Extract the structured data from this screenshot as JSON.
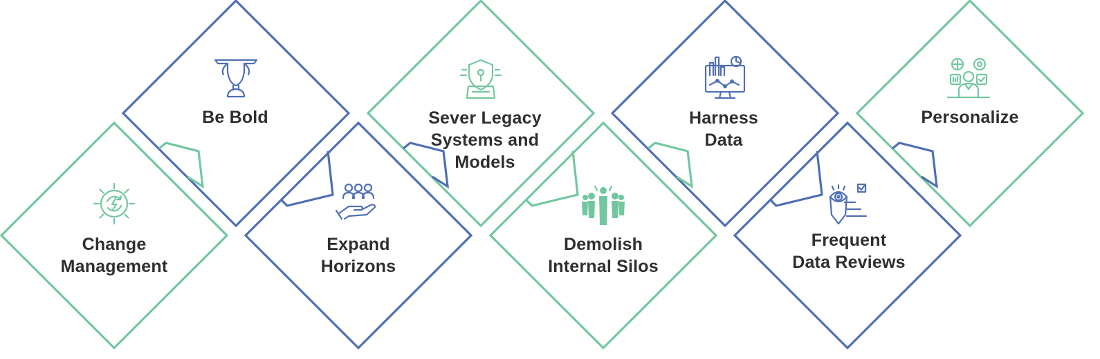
{
  "colors": {
    "green": "#72c7a0",
    "blue": "#4f6fb3",
    "text": "#2f2f2f"
  },
  "steps": [
    {
      "lines": [
        "Change",
        "Management"
      ],
      "icon": "gear-cycle-icon",
      "color": "green"
    },
    {
      "lines": [
        "Be Bold"
      ],
      "icon": "trophy-icon",
      "color": "blue"
    },
    {
      "lines": [
        "Expand",
        "Horizons"
      ],
      "icon": "hand-team-icon",
      "color": "blue"
    },
    {
      "lines": [
        "Sever Legacy",
        "Systems and",
        "Models"
      ],
      "icon": "shield-lock-icon",
      "color": "green"
    },
    {
      "lines": [
        "Demolish",
        "Internal Silos"
      ],
      "icon": "people-group-icon",
      "color": "green"
    },
    {
      "lines": [
        "Harness",
        "Data"
      ],
      "icon": "monitor-chart-icon",
      "color": "blue"
    },
    {
      "lines": [
        "Frequent",
        "Data Reviews"
      ],
      "icon": "eye-review-icon",
      "color": "blue"
    },
    {
      "lines": [
        "Personalize"
      ],
      "icon": "user-settings-icon",
      "color": "green"
    }
  ]
}
